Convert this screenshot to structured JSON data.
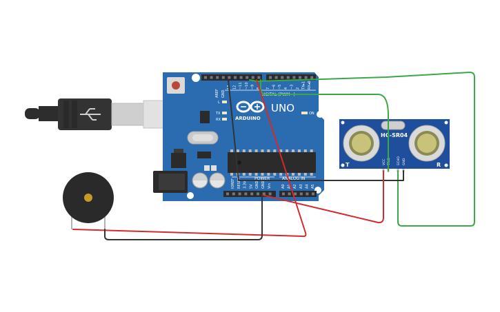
{
  "arduino": {
    "uno_label": "UNO",
    "brand_label": "ARDUINO",
    "digital_label": "DIGITAL (PWM~)",
    "power_label": "POWER",
    "analog_label": "ANALOG IN",
    "on_label": "ON",
    "l_label": "L",
    "tx_label": "TX",
    "rx_label": "RX",
    "aref_label": "AREF",
    "gnd_top_label": "GND",
    "digital_pins": [
      "13",
      "12",
      "~11",
      "~10",
      "~9",
      "8",
      "7",
      "~6",
      "~5",
      "4",
      "~3",
      "2",
      "TX▸1",
      "RX◂0"
    ],
    "power_pins": [
      "IOREF",
      "RESET",
      "3.3V",
      "5V",
      "GND",
      "GND",
      "Vin"
    ],
    "analog_pins": [
      "A0",
      "A1",
      "A2",
      "A3",
      "A4",
      "A5"
    ]
  },
  "sensor": {
    "label": "HC-SR04",
    "t_label": "T",
    "r_label": "R",
    "pins": [
      "VCC",
      "TRIG",
      "ECHO",
      "GND"
    ]
  },
  "wires": {
    "red": "#d42a2a",
    "black": "#333333",
    "green": "#3aa845"
  },
  "colors": {
    "board": "#2b6cb0",
    "sensor_board": "#1f4e9c",
    "buzzer": "#2a2a2a",
    "usb": "#2d2d2d"
  }
}
